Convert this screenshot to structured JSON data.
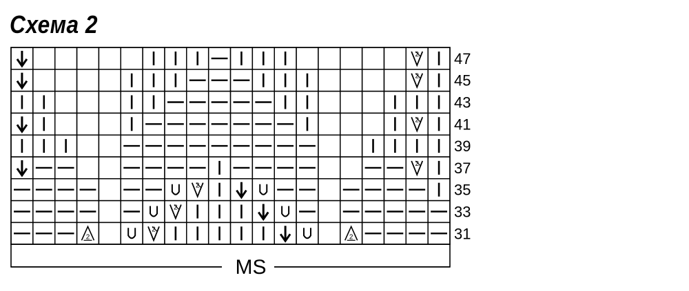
{
  "title": "Схема 2",
  "footer_label": "MS",
  "legend_codes": {
    "B": "blank",
    "P": "vertical bar",
    "K": "horizontal dash",
    "A": "down arrow",
    "U": "yarn over",
    "V": "2 from 1 increase",
    "L": "2 together decrease"
  },
  "rows": [
    {
      "label": "47",
      "cells": [
        "A",
        "B",
        "B",
        "B",
        "B",
        "B",
        "P",
        "P",
        "P",
        "K",
        "P",
        "P",
        "P",
        "B",
        "B",
        "B",
        "B",
        "B",
        "V",
        "P"
      ]
    },
    {
      "label": "45",
      "cells": [
        "A",
        "B",
        "B",
        "B",
        "B",
        "P",
        "P",
        "P",
        "K",
        "K",
        "K",
        "P",
        "P",
        "P",
        "B",
        "B",
        "B",
        "B",
        "V",
        "P"
      ]
    },
    {
      "label": "43",
      "cells": [
        "P",
        "P",
        "B",
        "B",
        "B",
        "P",
        "P",
        "K",
        "K",
        "K",
        "K",
        "K",
        "P",
        "P",
        "B",
        "B",
        "B",
        "P",
        "P",
        "P"
      ]
    },
    {
      "label": "41",
      "cells": [
        "A",
        "P",
        "B",
        "B",
        "B",
        "P",
        "K",
        "K",
        "K",
        "K",
        "K",
        "K",
        "K",
        "P",
        "B",
        "B",
        "B",
        "P",
        "V",
        "P"
      ]
    },
    {
      "label": "39",
      "cells": [
        "P",
        "P",
        "P",
        "B",
        "B",
        "K",
        "K",
        "K",
        "K",
        "K",
        "K",
        "K",
        "K",
        "K",
        "B",
        "B",
        "P",
        "P",
        "P",
        "P"
      ]
    },
    {
      "label": "37",
      "cells": [
        "A",
        "K",
        "K",
        "B",
        "B",
        "K",
        "K",
        "K",
        "K",
        "P",
        "K",
        "K",
        "K",
        "K",
        "B",
        "B",
        "K",
        "K",
        "V",
        "P"
      ]
    },
    {
      "label": "35",
      "cells": [
        "K",
        "K",
        "K",
        "K",
        "B",
        "K",
        "K",
        "U",
        "V",
        "P",
        "A",
        "U",
        "K",
        "K",
        "B",
        "K",
        "K",
        "K",
        "K",
        "P"
      ]
    },
    {
      "label": "33",
      "cells": [
        "K",
        "K",
        "K",
        "K",
        "B",
        "K",
        "U",
        "V",
        "P",
        "P",
        "P",
        "A",
        "U",
        "K",
        "B",
        "K",
        "K",
        "K",
        "K",
        "K"
      ]
    },
    {
      "label": "31",
      "cells": [
        "K",
        "K",
        "K",
        "L",
        "B",
        "U",
        "V",
        "P",
        "P",
        "P",
        "P",
        "P",
        "A",
        "U",
        "B",
        "L",
        "K",
        "K",
        "K",
        "K"
      ]
    }
  ]
}
